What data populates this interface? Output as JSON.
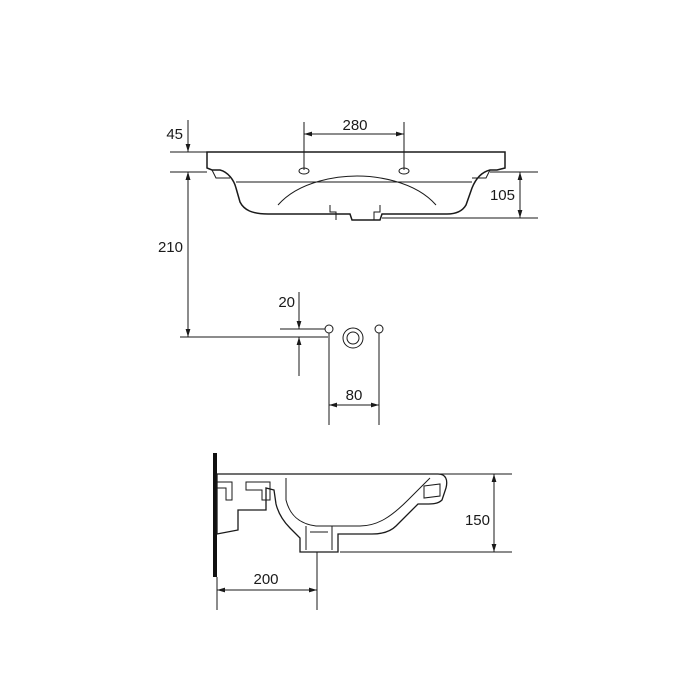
{
  "dimensions": {
    "top_width_holes": "280",
    "rim_thickness": "45",
    "basin_depth": "105",
    "wall_to_holes": "210",
    "hole_offset": "20",
    "hole_spacing": "80",
    "side_height": "150",
    "drain_from_wall": "200"
  },
  "colors": {
    "line": "#1a1a1a",
    "background": "#ffffff",
    "wall": "#111111"
  }
}
